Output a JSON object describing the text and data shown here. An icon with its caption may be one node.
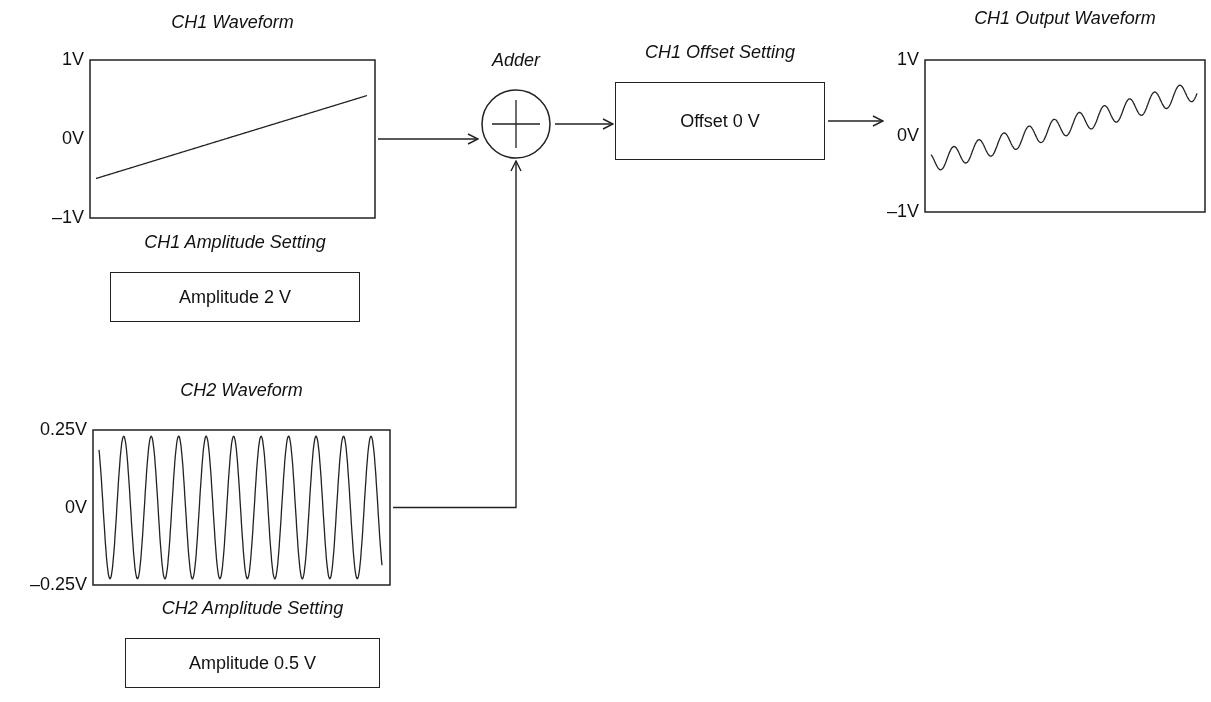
{
  "diagram": {
    "nodes": [
      {
        "text": [
          "CH1 Waveform"
        ],
        "beside": [
          "1V",
          "0V",
          "–1V"
        ]
      },
      {
        "text": [
          "CH1 Amplitude Setting",
          "Amplitude 2 V"
        ]
      },
      {
        "text": [
          "Adder"
        ]
      },
      {
        "text": [
          "CH1 Offset Setting",
          "Offset 0 V"
        ]
      },
      {
        "text": [
          "CH1 Output Waveform"
        ],
        "beside": [
          "1V",
          "0V",
          "–1V"
        ]
      },
      {
        "text": [
          "CH2 Waveform"
        ],
        "beside": [
          "0.25V",
          "0V",
          "–0.25V"
        ]
      },
      {
        "text": [
          "CH2 Amplitude Setting",
          "Amplitude 0.5 V"
        ]
      }
    ],
    "edges": [
      {
        "from": 0,
        "to": 2,
        "arrow": "to"
      },
      {
        "from": 2,
        "to": 3,
        "arrow": "to"
      },
      {
        "from": 3,
        "to": 4,
        "arrow": "to"
      },
      {
        "from": 5,
        "to": 2,
        "arrow": "to"
      }
    ]
  }
}
